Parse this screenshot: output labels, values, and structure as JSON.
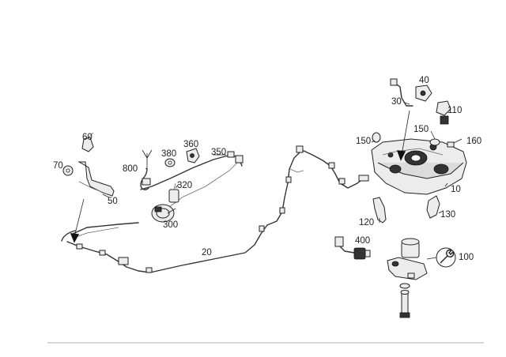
{
  "diagram": {
    "callouts": {
      "c10": "10",
      "c20": "20",
      "c30": "30",
      "c40": "40",
      "c50": "50",
      "c60": "60",
      "c70": "70",
      "c100": "100",
      "c110": "110",
      "c120": "120",
      "c130": "130",
      "c150a": "150",
      "c150b": "150",
      "c160": "160",
      "c300": "300",
      "c320": "320",
      "c350": "350",
      "c360": "360",
      "c380": "380",
      "c400": "400",
      "c800": "800"
    }
  }
}
